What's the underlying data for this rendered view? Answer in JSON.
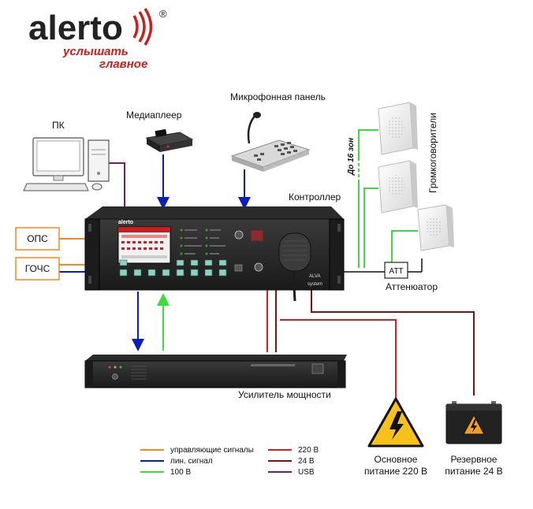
{
  "logo": {
    "word": "alerto",
    "registered": "®",
    "tagline_line1": "услышать",
    "tagline_line2": "главное"
  },
  "devices": {
    "pc": "ПК",
    "media_player": "Медиаплеер",
    "mic_panel": "Микрофонная панель",
    "controller": "Контроллер",
    "speakers": "Громкоговорители",
    "zones": "До 16 зон",
    "attenuator_box": "ATT",
    "attenuator": "Аттенюатор",
    "amplifier": "Усилитель мощности",
    "ops": "ОПС",
    "gochs": "ГОЧС",
    "main_power_line1": "Основное",
    "main_power_line2": "питание 220 В",
    "backup_power_line1": "Резервное",
    "backup_power_line2": "питание 24 В"
  },
  "legend": [
    {
      "label": "управляющие сигналы",
      "color": "#f08a24"
    },
    {
      "label": "лин. сигнал",
      "color": "#0a1fb4"
    },
    {
      "label": "100 В",
      "color": "#3ddc3d"
    },
    {
      "label": "220 В",
      "color": "#d42020"
    },
    {
      "label": "24 В",
      "color": "#7a1414"
    },
    {
      "label": "USB",
      "color": "#7a1a6e"
    }
  ]
}
